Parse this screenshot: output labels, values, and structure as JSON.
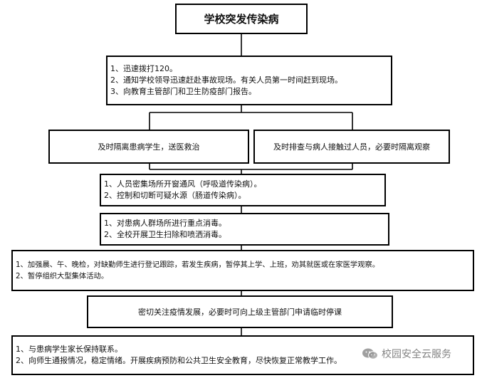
{
  "title": "学校突发传染病",
  "step1": [
    "1、迅速拨打120。",
    "2、通知学校领导迅速赶赴事故现场。有关人员第一时间赶到现场。",
    "3、向教育主管部门和卫生防疫部门报告。"
  ],
  "branch_left": "及时隔离患病学生，送医救治",
  "branch_right": "及时排查与病人接触过人员，必要时隔离观察",
  "step2": [
    "1、人员密集场所开窗通风（呼吸道传染病）。",
    "2、控制和切断可疑水源（肠道传染病）。"
  ],
  "step3": [
    "1、对患病人群场所进行重点消毒。",
    "2、全校开展卫生扫除和喷洒消毒。"
  ],
  "step4": [
    "1、加强晨、午、晚检，对缺勤师生进行登记跟踪，若发生疾病，暂停其上学、上班，劝其就医或在家医学观察。",
    "2、暂停组织大型集体活动。"
  ],
  "step5": "密切关注疫情发展，必要时可向上级主管部门申请临时停课",
  "step6": [
    "1、与患病学生家长保持联系。",
    "2、向师生通报情况，稳定情绪。开展疾病预防和公共卫生安全教育，尽快恢复正常教学工作。"
  ],
  "watermark": "校园安全云服务",
  "watermark_icon": "wechat-icon"
}
